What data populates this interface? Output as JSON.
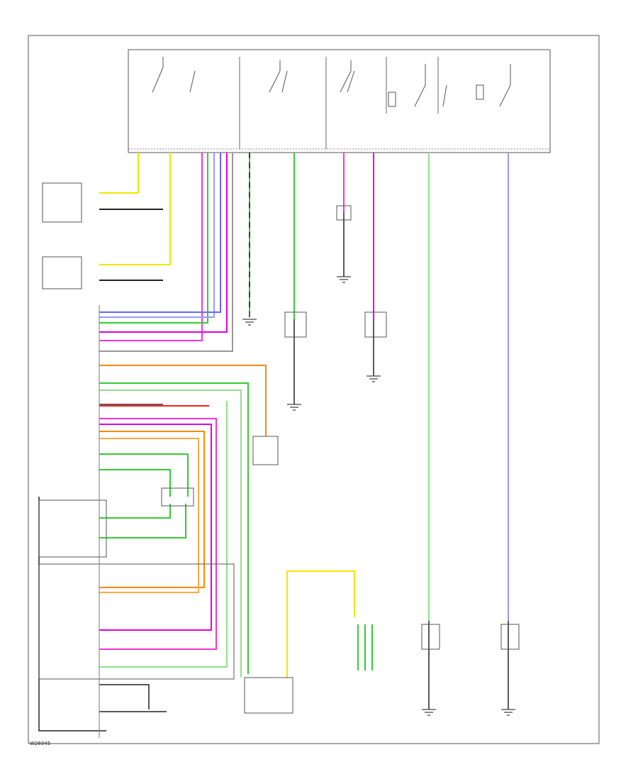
{
  "diagram": {
    "footer_code": "W26945",
    "control_module_label": "",
    "wire_colors": {
      "yellow": "#f2e600",
      "green": "#33cc33",
      "light_green": "#8fe08f",
      "pink": "#ff33cc",
      "magenta": "#e000e0",
      "blue": "#6666ff",
      "light_blue": "#9999ff",
      "orange": "#ff8800",
      "red": "#ff2222",
      "black": "#222222"
    },
    "components": [
      {
        "id": "right-front-door-switch",
        "label": ""
      },
      {
        "id": "left-front-door-switch",
        "label": ""
      },
      {
        "id": "left-rear-lamp",
        "label": ""
      },
      {
        "id": "rear-ground",
        "label": ""
      },
      {
        "id": "liftgate-ajar-switch",
        "label": ""
      },
      {
        "id": "hood-ajar-switch",
        "label": ""
      },
      {
        "id": "cargo-lamp",
        "label": ""
      },
      {
        "id": "dimmer-control",
        "label": ""
      },
      {
        "id": "headlamp-switch-cluster",
        "label": ""
      },
      {
        "id": "instrument-panel-cluster",
        "label": ""
      },
      {
        "id": "right-front-lamp",
        "label": ""
      },
      {
        "id": "left-front-lamp",
        "label": ""
      },
      {
        "id": "dome-lamp",
        "label": ""
      },
      {
        "id": "instrument-panel-fuse-block",
        "label": ""
      }
    ]
  }
}
